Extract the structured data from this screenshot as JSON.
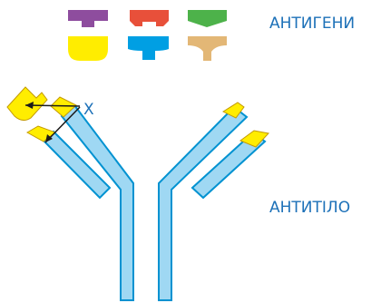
{
  "labels": {
    "antigens": "АНТИГЕНИ",
    "antibody": "АНТИТІЛО",
    "x_marker": "X"
  },
  "antigens": [
    {
      "name": "purple",
      "color": "#8e4d9e"
    },
    {
      "name": "red",
      "color": "#e8503a"
    },
    {
      "name": "green",
      "color": "#4db24a"
    },
    {
      "name": "yellow",
      "color": "#ffed00"
    },
    {
      "name": "blue",
      "color": "#009fe3"
    },
    {
      "name": "tan",
      "color": "#e3b776"
    }
  ],
  "colors": {
    "label_text": "#1d71b8",
    "heavy_chain_fill": "#9fd8f3",
    "chain_outline": "#0092d1",
    "binding_site_fill": "#ffed00",
    "binding_site_outline": "#c49a00",
    "antigen_on_site": "#ffed00",
    "marker_line": "#1a1a1a"
  }
}
